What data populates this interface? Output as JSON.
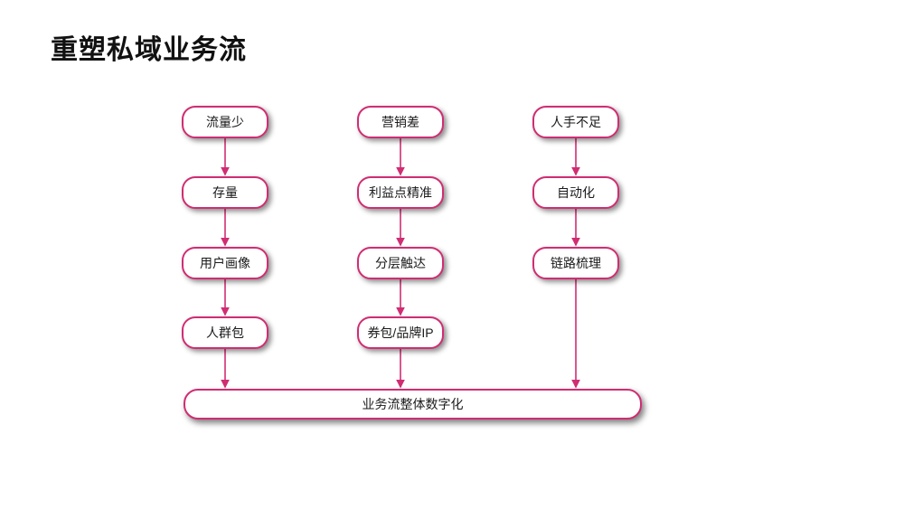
{
  "title": "重塑私域业务流",
  "colors": {
    "accent": "#D02D73",
    "node_fill": "#FFFFFF",
    "text": "#1A1A1A",
    "background": "#FFFFFF"
  },
  "diagram": {
    "type": "flowchart",
    "direction": "top-down",
    "columns": [
      {
        "nodes": [
          {
            "label": "流量少"
          },
          {
            "label": "存量"
          },
          {
            "label": "用户画像"
          },
          {
            "label": "人群包"
          }
        ]
      },
      {
        "nodes": [
          {
            "label": "营销差"
          },
          {
            "label": "利益点精准"
          },
          {
            "label": "分层触达"
          },
          {
            "label": "券包/品牌IP"
          }
        ]
      },
      {
        "nodes": [
          {
            "label": "人手不足"
          },
          {
            "label": "自动化"
          },
          {
            "label": "链路梳理"
          }
        ]
      }
    ],
    "footer_node": {
      "label": "业务流整体数字化"
    }
  }
}
